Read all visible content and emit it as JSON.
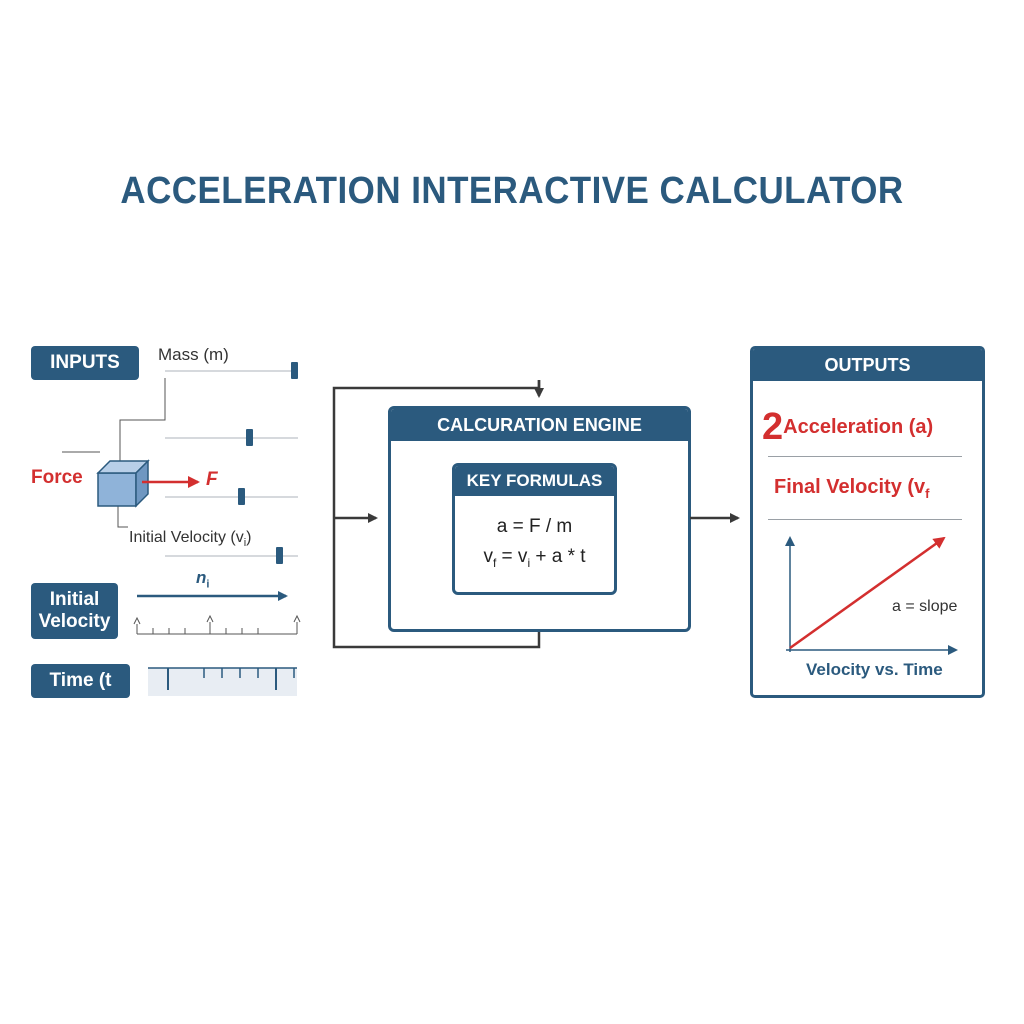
{
  "title": "ACCELERATION INTERACTIVE CALCULATOR",
  "inputs": {
    "header": "INPUTS",
    "mass_label": "Mass (m)",
    "force_label": "Force",
    "force_vector_label": "F",
    "initial_velocity_label": "Initial Velocity (v",
    "initial_velocity_sub": "i",
    "initial_velocity_close": ")",
    "initial_velocity_pill_line1": "Initial",
    "initial_velocity_pill_line2": "Velocity",
    "vector_label": "n",
    "vector_sub": "i",
    "time_pill": "Time (t"
  },
  "engine": {
    "header": "CALCURATION ENGINE",
    "formulas_header": "KEY FORMULAS",
    "formula1": "a = F / m",
    "formula2_v": "v",
    "formula2_f": "f",
    "formula2_eq": " = v",
    "formula2_i": "i",
    "formula2_rest": " + a * t"
  },
  "outputs": {
    "header": "OUTPUTS",
    "acceleration_prefix": "2",
    "acceleration_label": "Acceleration (a)",
    "final_velocity_label": "Final Velocity (v",
    "final_velocity_sub": "f",
    "graph_annotation": "a = slope",
    "graph_caption": "Velocity vs. Time"
  },
  "colors": {
    "primary": "#2b5a7e",
    "accent_red": "#d32f2f",
    "cube_fill": "#8fb3d9"
  }
}
